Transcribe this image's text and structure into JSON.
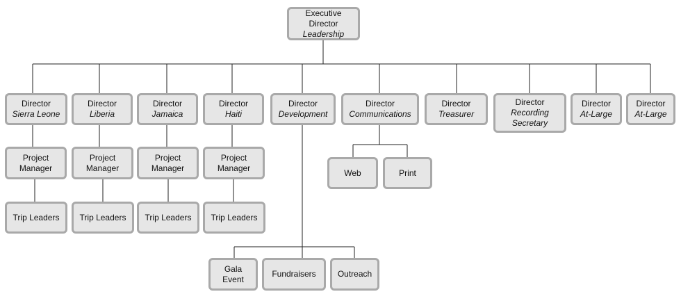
{
  "executive": {
    "line1": "Executive Director",
    "line2": "Leadership"
  },
  "directors": [
    {
      "line1": "Director",
      "line2": "Sierra Leone"
    },
    {
      "line1": "Director",
      "line2": "Liberia"
    },
    {
      "line1": "Director",
      "line2": "Jamaica"
    },
    {
      "line1": "Director",
      "line2": "Haiti"
    },
    {
      "line1": "Director",
      "line2": "Development"
    },
    {
      "line1": "Director",
      "line2": "Communications"
    },
    {
      "line1": "Director",
      "line2": "Treasurer"
    },
    {
      "line1": "Director",
      "line2": "Recording Secretary"
    },
    {
      "line1": "Director",
      "line2": "At-Large"
    },
    {
      "line1": "Director",
      "line2": "At-Large"
    }
  ],
  "project_managers": [
    {
      "label": "Project Manager"
    },
    {
      "label": "Project Manager"
    },
    {
      "label": "Project Manager"
    },
    {
      "label": "Project Manager"
    }
  ],
  "trip_leaders": [
    {
      "label": "Trip Leaders"
    },
    {
      "label": "Trip Leaders"
    },
    {
      "label": "Trip Leaders"
    },
    {
      "label": "Trip Leaders"
    }
  ],
  "communications": [
    {
      "label": "Web"
    },
    {
      "label": "Print"
    }
  ],
  "development": [
    {
      "label": "Gala Event"
    },
    {
      "label": "Fundraisers"
    },
    {
      "label": "Outreach"
    }
  ]
}
